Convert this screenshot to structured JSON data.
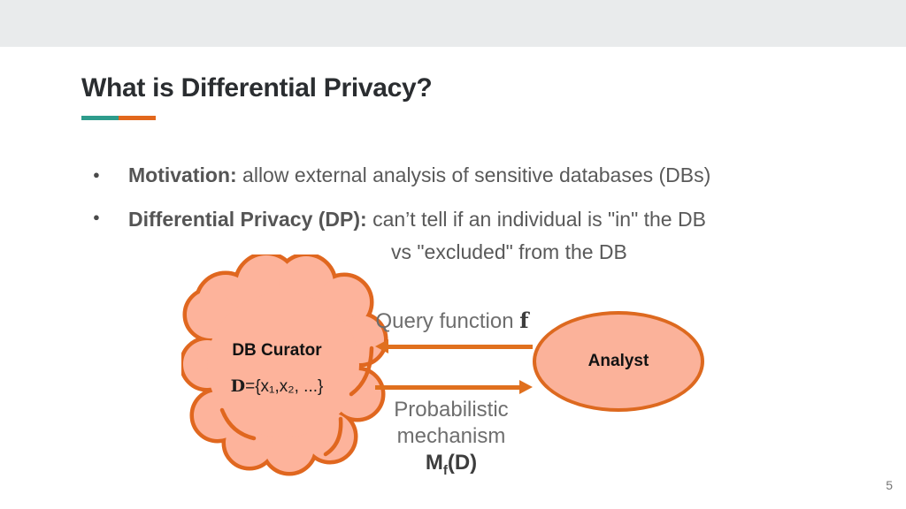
{
  "slide": {
    "title": "What is Differential Privacy?",
    "page_number": "5"
  },
  "bullets": [
    {
      "lead": "Motivation:",
      "rest": " allow external analysis of sensitive databases (DBs)"
    },
    {
      "lead": "Differential Privacy (DP):",
      "rest": " can’t tell if an individual is \"in\" the DB",
      "line2": "vs \"excluded\" from the DB"
    }
  ],
  "diagram": {
    "curator": {
      "label": "DB Curator",
      "formula_d": "D",
      "formula_rest": "={x₁,x₂, ...}"
    },
    "analyst": {
      "label": "Analyst"
    },
    "query_arrow": {
      "text": "Query function ",
      "f": "f"
    },
    "mechanism": {
      "line1": "Probabilistic",
      "line2": "mechanism",
      "m": "M",
      "sub": "f",
      "rest": "(D)"
    }
  },
  "colors": {
    "accent_teal": "#2e9c8c",
    "accent_orange": "#e2671c",
    "shape_fill": "#fdb39b",
    "shape_stroke": "#e0671f",
    "arrow": "#e0701e",
    "body_text": "#595959",
    "topbar_gray": "#e9ebec"
  }
}
